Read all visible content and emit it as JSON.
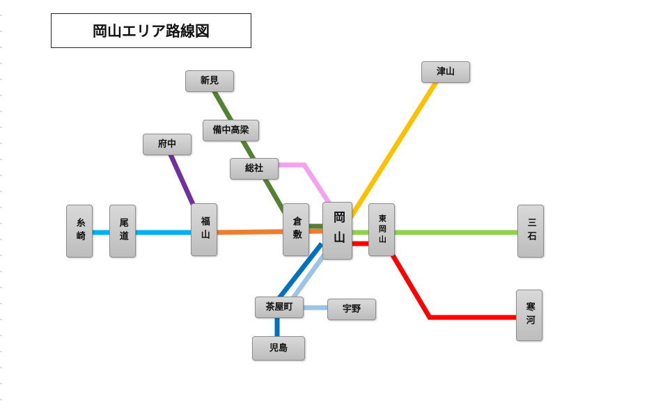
{
  "title": "岡山エリア路線図",
  "colors": {
    "hakubi": "#548235",
    "fukuen": "#7030a0",
    "sanyo_west": "#00b0f0",
    "sanyo_fukuyama_kurashiki": "#ed7d31",
    "momotaro": "#f4a2f0",
    "tsuyama": "#ffc000",
    "ako": "#92d050",
    "sanyo_east": "#ff0000",
    "setoohashi": "#9dc3e6",
    "uno": "#9dc3e6",
    "honshibisan": "#0070c0"
  },
  "stations": {
    "okayama": "岡山",
    "niimi": "新見",
    "bitchu_takahashi": "備中高梁",
    "fuchu": "府中",
    "soja": "総社",
    "kurashiki": "倉敷",
    "fukuyama": "福山",
    "onomichi": "尾道",
    "itozaki": "糸崎",
    "tsuyama": "津山",
    "higashi_okayama": "東岡山",
    "saishi": "三石",
    "sakoh": "寒河",
    "chayamachi": "茶屋町",
    "uno": "宇野",
    "kojima": "児島"
  }
}
